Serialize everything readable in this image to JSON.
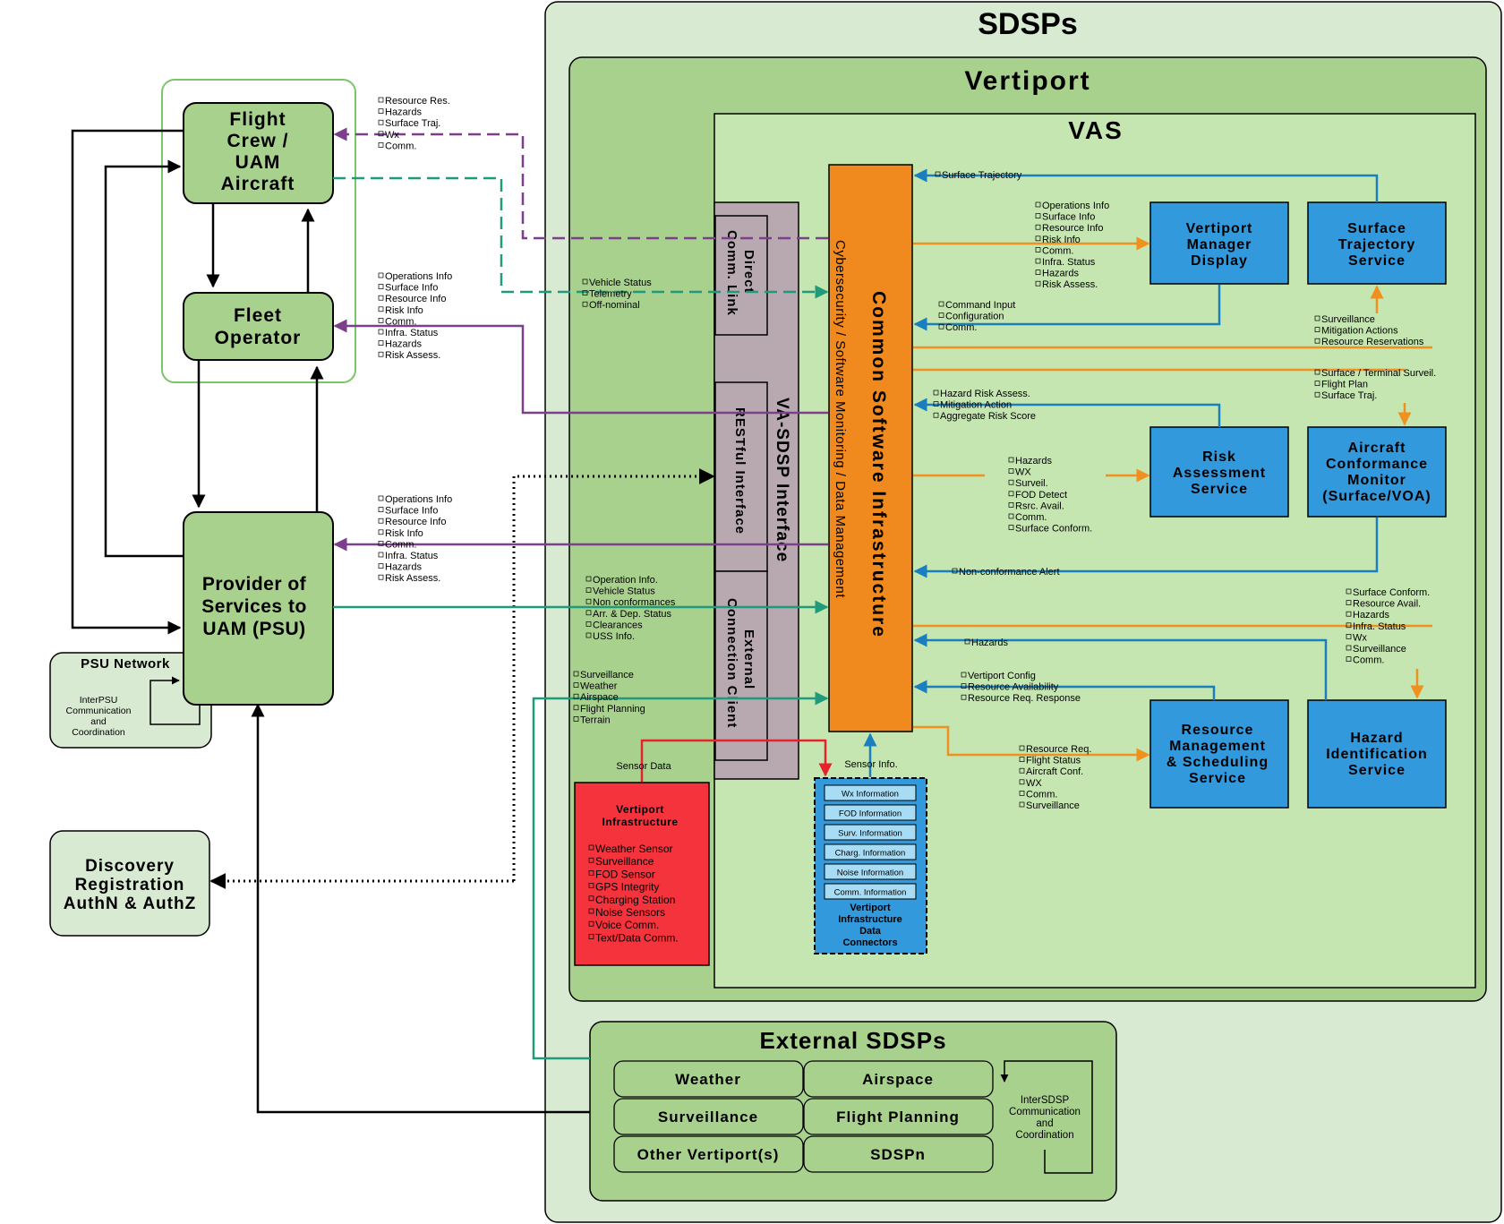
{
  "titles": {
    "sdsps": "SDSPs",
    "vertiport": "Vertiport",
    "vas": "VAS",
    "external_sdsps": "External SDSPs"
  },
  "actors": {
    "flight_crew": [
      "Flight",
      "Crew /",
      "UAM",
      "Aircraft"
    ],
    "fleet_operator": [
      "Fleet",
      "Operator"
    ],
    "psu": [
      "Provider of",
      "Services to",
      "UAM (PSU)"
    ],
    "psu_network": "PSU Network",
    "psu_network_note": [
      "InterPSU",
      "Communication",
      "and",
      "Coordination"
    ],
    "discovery": [
      "Discovery",
      "Registration",
      "AuthN & AuthZ"
    ]
  },
  "interface": {
    "va_sdsp": "VA-SDSP Interface",
    "direct_comm": [
      "Direct",
      "Comm. Link"
    ],
    "restful": "RESTful Interface",
    "external_conn": [
      "External",
      "Connection Client"
    ]
  },
  "core": {
    "csi": "Common Software Infrastructure",
    "monitoring": "Cybersecurity / Software Monitoring / Data Management"
  },
  "services": {
    "vmd": [
      "Vertiport",
      "Manager",
      "Display"
    ],
    "sts": [
      "Surface",
      "Trajectory",
      "Service"
    ],
    "ras": [
      "Risk",
      "Assessment",
      "Service"
    ],
    "acm": [
      "Aircraft",
      "Conformance",
      "Monitor",
      "(Surface/VOA)"
    ],
    "rms": [
      "Resource",
      "Management",
      "& Scheduling",
      "Service"
    ],
    "his": [
      "Hazard",
      "Identification",
      "Service"
    ]
  },
  "infrastructure": {
    "title": [
      "Vertiport",
      "Infrastructure"
    ],
    "items": [
      "Weather Sensor",
      "Surveillance",
      "FOD Sensor",
      "GPS Integrity",
      "Charging Station",
      "Noise Sensors",
      "Voice Comm.",
      "Text/Data Comm."
    ],
    "sensor_data": "Sensor Data",
    "sensor_info": "Sensor Info."
  },
  "connectors": {
    "items": [
      "Wx Information",
      "FOD Information",
      "Surv. Information",
      "Charg. Information",
      "Noise Information",
      "Comm. Information"
    ],
    "title": [
      "Vertiport",
      "Infrastructure",
      "Data",
      "Connectors"
    ]
  },
  "external": {
    "items": [
      "Weather",
      "Airspace",
      "Surveillance",
      "Flight Planning",
      "Other Vertiport(s)",
      "SDSPn"
    ],
    "note": [
      "InterSDSP",
      "Communication",
      "and",
      "Coordination"
    ]
  },
  "lists": {
    "to_flight_crew": [
      "Resource Res.",
      "Hazards",
      "Surface Traj.",
      "Wx",
      "Comm."
    ],
    "to_fleet": [
      "Operations Info",
      "Surface Info",
      "Resource Info",
      "Risk Info",
      "Comm.",
      "Infra. Status",
      "Hazards",
      "Risk Assess."
    ],
    "to_psu": [
      "Operations Info",
      "Surface Info",
      "Resource Info",
      "Risk Info",
      "Comm.",
      "Infra. Status",
      "Hazards",
      "Risk Assess."
    ],
    "vehicle": [
      "Vehicle Status",
      "Telemetry",
      "Off-nominal"
    ],
    "from_psu": [
      "Operation Info.",
      "Vehicle Status",
      "Non conformances",
      "Arr. & Dep. Status",
      "Clearances",
      "USS Info."
    ],
    "from_external": [
      "Surveillance",
      "Weather",
      "Airspace",
      "Flight Planning",
      "Terrain"
    ],
    "surface_trajectory": [
      "Surface Trajectory"
    ],
    "to_vmd": [
      "Operations Info",
      "Surface Info",
      "Resource Info",
      "Risk Info",
      "Comm.",
      "Infra. Status",
      "Hazards",
      "Risk Assess."
    ],
    "from_vmd": [
      "Command Input",
      "Configuration",
      "Comm."
    ],
    "to_sts": [
      "Surveillance",
      "Mitigation Actions",
      "Resource Reservations"
    ],
    "to_acm": [
      "Surface / Terminal Surveil.",
      "Flight Plan",
      "Surface Traj."
    ],
    "from_ras": [
      "Hazard Risk Assess.",
      "Mitigation Action",
      "Aggregate Risk Score"
    ],
    "to_ras": [
      "Hazards",
      "WX",
      "Surveil.",
      "FOD Detect",
      "Rsrc. Avail.",
      "Comm.",
      "Surface Conform."
    ],
    "nonconf": [
      "Non-conformance Alert"
    ],
    "to_his": [
      "Surface Conform.",
      "Resource Avail.",
      "Hazards",
      "Infra. Status",
      "Wx",
      "Surveillance",
      "Comm."
    ],
    "hazards": [
      "Hazards"
    ],
    "from_rms": [
      "Vertiport Config",
      "Resource Availability",
      "Resource Req. Response"
    ],
    "to_rms": [
      "Resource Req.",
      "Flight Status",
      "Aircraft Conf.",
      "WX",
      "Comm.",
      "Surveillance"
    ]
  },
  "colors": {
    "sdsp_bg": "#d9ead3",
    "vertiport_bg": "#a9d18e",
    "vas_bg": "#c5e6b0",
    "actor_green": "#a9d18e",
    "interface_gray": "#b8a9b0",
    "csi_orange": "#f08a1e",
    "service_blue": "#3399dd",
    "infra_red": "#f4333c",
    "connector_blue": "#3399dd",
    "flow_orange": "#f0901e",
    "flow_blue": "#1a7fbf",
    "flow_purple": "#7b3f8c",
    "flow_teal": "#1f9a7a"
  }
}
